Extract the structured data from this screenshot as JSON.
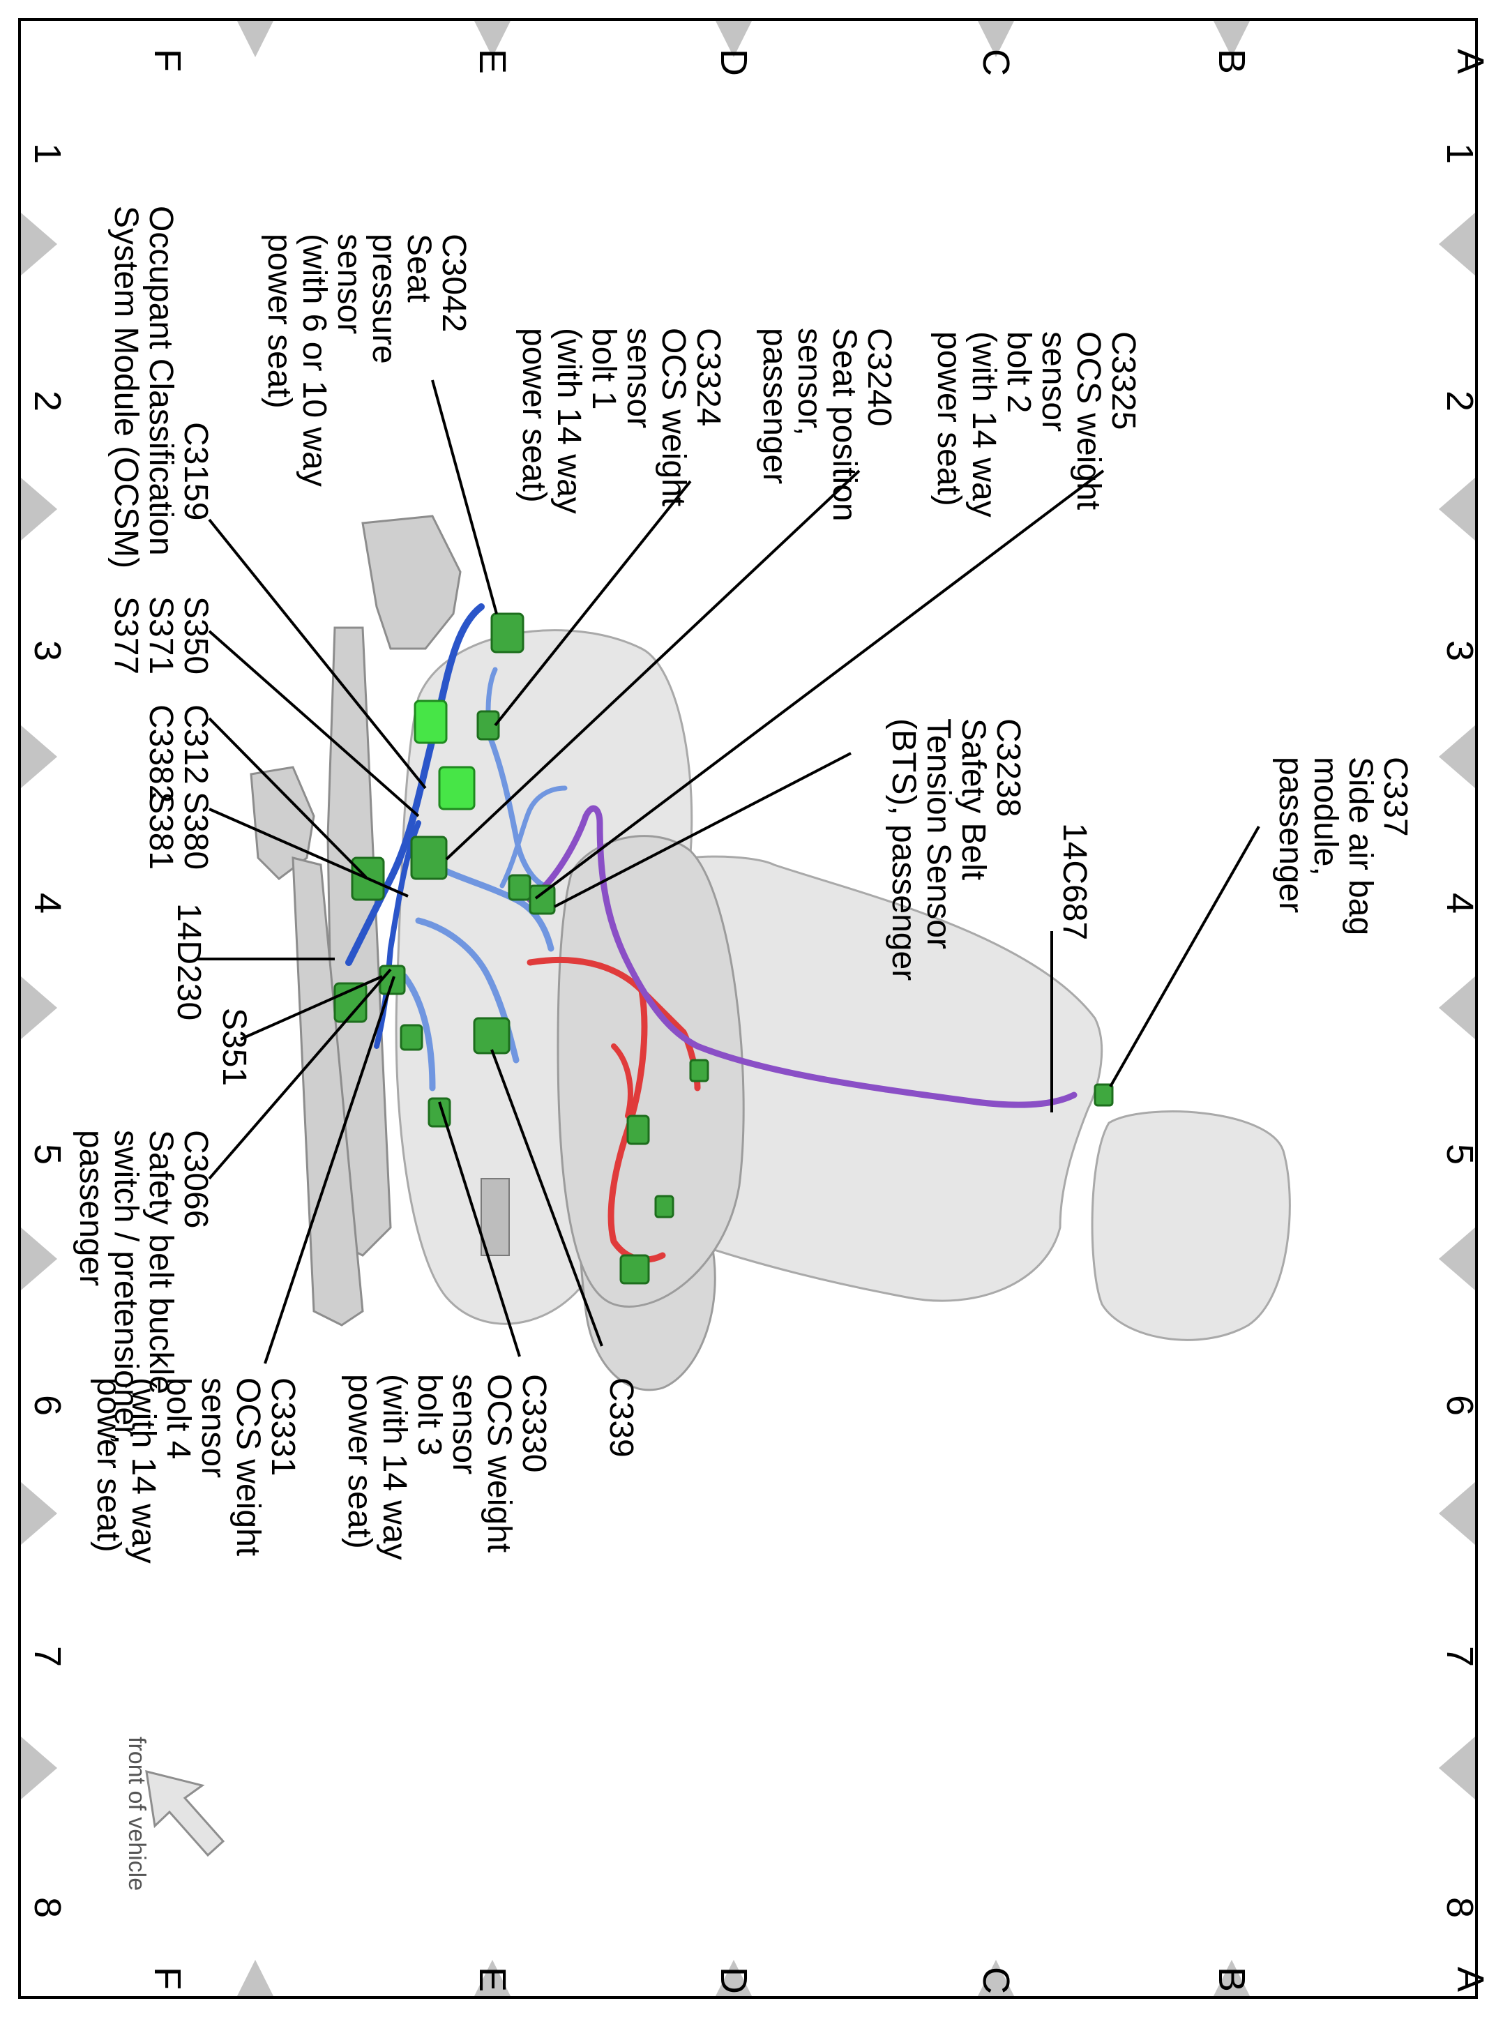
{
  "grid": {
    "rows": [
      "A",
      "B",
      "C",
      "D",
      "E",
      "F"
    ],
    "cols": [
      "1",
      "2",
      "3",
      "4",
      "5",
      "6",
      "7",
      "8"
    ]
  },
  "callouts": {
    "c337": [
      "C337",
      "Side air bag",
      "module,",
      "passenger"
    ],
    "c14c687": [
      "14C687"
    ],
    "c3325": [
      "C3325",
      "OCS weight",
      "sensor",
      "bolt 2",
      "(with 14 way",
      "power seat)"
    ],
    "c3238": [
      "C3238",
      "Safety Belt",
      "Tension Sensor",
      "(BTS), passenger"
    ],
    "c3240": [
      "C3240",
      "Seat position",
      "sensor,",
      "passenger"
    ],
    "c3324": [
      "C3324",
      "OCS weight",
      "sensor",
      "bolt 1",
      "(with 14 way",
      "power seat)"
    ],
    "c3042": [
      "C3042",
      "Seat",
      "pressure",
      "sensor",
      "(with 6 or 10 way",
      "power seat)"
    ],
    "c3159": [
      "C3159",
      "Occupant Classification",
      "System Module (OCSM)"
    ],
    "splices1": [
      "S350",
      "S371",
      "S377"
    ],
    "splices2": [
      "C312",
      "C3382"
    ],
    "splices3": [
      "S380",
      "S381"
    ],
    "c14d230": [
      "14D230"
    ],
    "s351": [
      "S351"
    ],
    "c3066": [
      "C3066",
      "Safety belt buckle",
      "switch / pretensioner,",
      "passenger"
    ],
    "c339": [
      "C339"
    ],
    "c3330": [
      "C3330",
      "OCS weight",
      "sensor",
      "bolt 3",
      "(with 14 way",
      "power seat)"
    ],
    "c3331": [
      "C3331",
      "OCS weight",
      "sensor",
      "bolt 4",
      "(with 14 way",
      "power seat)"
    ]
  },
  "front_label": "front of vehicle",
  "colors": {
    "harness_blue": "#2a55c9",
    "harness_light_blue": "#7096e0",
    "harness_red": "#e03b3b",
    "harness_purple": "#8a4fc6",
    "connector_green": "#3fa83f",
    "connector_light_green": "#47e547",
    "grid_triangle": "#c4c4c4"
  }
}
